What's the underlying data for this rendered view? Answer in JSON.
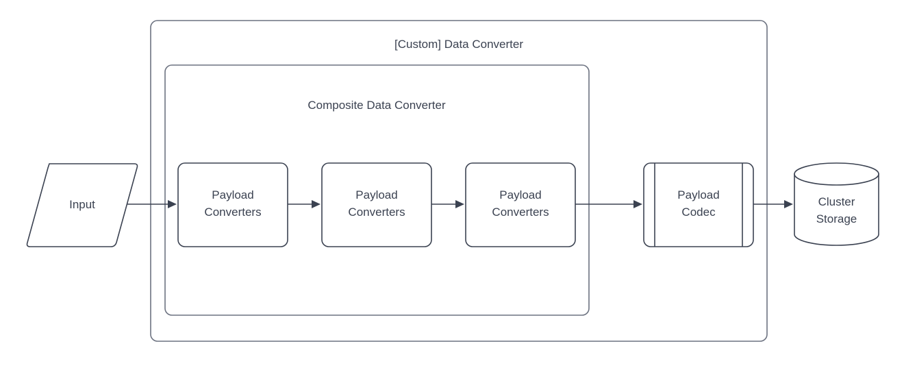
{
  "diagram": {
    "title": "[Custom] Data Converter",
    "containers": [
      {
        "id": "custom-data-converter",
        "label": "[Custom] Data Converter"
      },
      {
        "id": "composite-data-converter",
        "label": "Composite Data Converter"
      }
    ],
    "nodes": [
      {
        "id": "input",
        "label": "Input",
        "shape": "parallelogram"
      },
      {
        "id": "payload-converters-1",
        "label_line1": "Payload",
        "label_line2": "Converters",
        "shape": "rounded-rect"
      },
      {
        "id": "payload-converters-2",
        "label_line1": "Payload",
        "label_line2": "Converters",
        "shape": "rounded-rect"
      },
      {
        "id": "payload-converters-3",
        "label_line1": "Payload",
        "label_line2": "Converters",
        "shape": "rounded-rect"
      },
      {
        "id": "payload-codec",
        "label_line1": "Payload",
        "label_line2": "Codec",
        "shape": "process"
      },
      {
        "id": "cluster-storage",
        "label_line1": "Cluster",
        "label_line2": "Storage",
        "shape": "cylinder"
      }
    ],
    "edges": [
      {
        "from": "input",
        "to": "payload-converters-1"
      },
      {
        "from": "payload-converters-1",
        "to": "payload-converters-2"
      },
      {
        "from": "payload-converters-2",
        "to": "payload-converters-3"
      },
      {
        "from": "payload-converters-3",
        "to": "payload-codec"
      },
      {
        "from": "payload-codec",
        "to": "cluster-storage"
      }
    ],
    "colors": {
      "stroke": "#3b4251",
      "container_stroke": "#6c7280",
      "fill": "#ffffff",
      "text": "#3b4251"
    }
  }
}
